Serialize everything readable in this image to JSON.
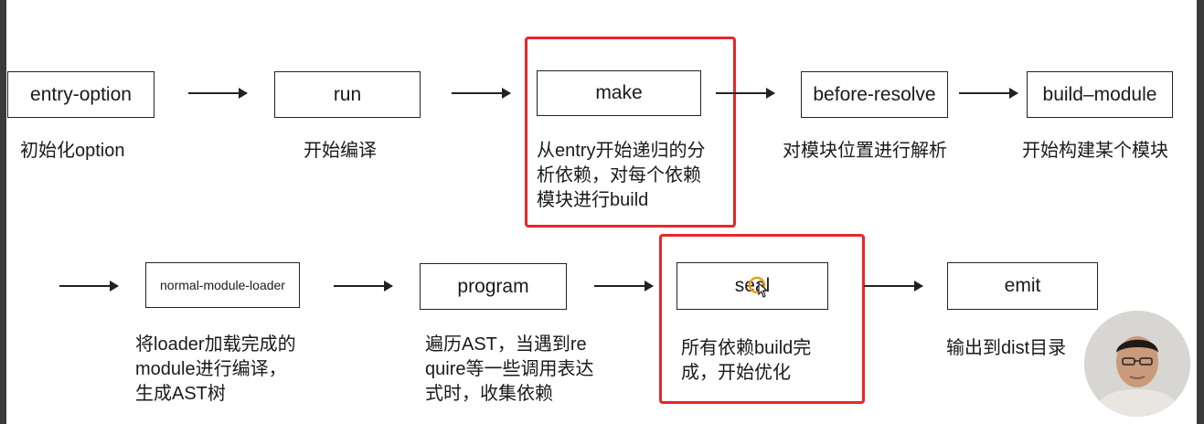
{
  "diagram": {
    "row1": [
      {
        "label": "entry-option",
        "desc": "初始化option"
      },
      {
        "label": "run",
        "desc": "开始编译"
      },
      {
        "label": "make",
        "desc": "从entry开始递归的分析依赖，对每个依赖模块进行build"
      },
      {
        "label": "before-resolve",
        "desc": "对模块位置进行解析"
      },
      {
        "label": "build–module",
        "desc": "开始构建某个模块"
      }
    ],
    "row2": [
      {
        "label": "normal-module-loader",
        "desc": "将loader加载完成的module进行编译，生成AST树"
      },
      {
        "label": "program",
        "desc": "遍历AST，当遇到require等一些调用表达式时，收集依赖"
      },
      {
        "label": "seal",
        "desc": "所有依赖build完成，开始优化"
      },
      {
        "label": "emit",
        "desc": "输出到dist目录"
      }
    ]
  },
  "highlight_color": "#e8262b",
  "icons": {
    "cursor": "hand-pointer-icon",
    "presenter": "presenter-avatar"
  }
}
